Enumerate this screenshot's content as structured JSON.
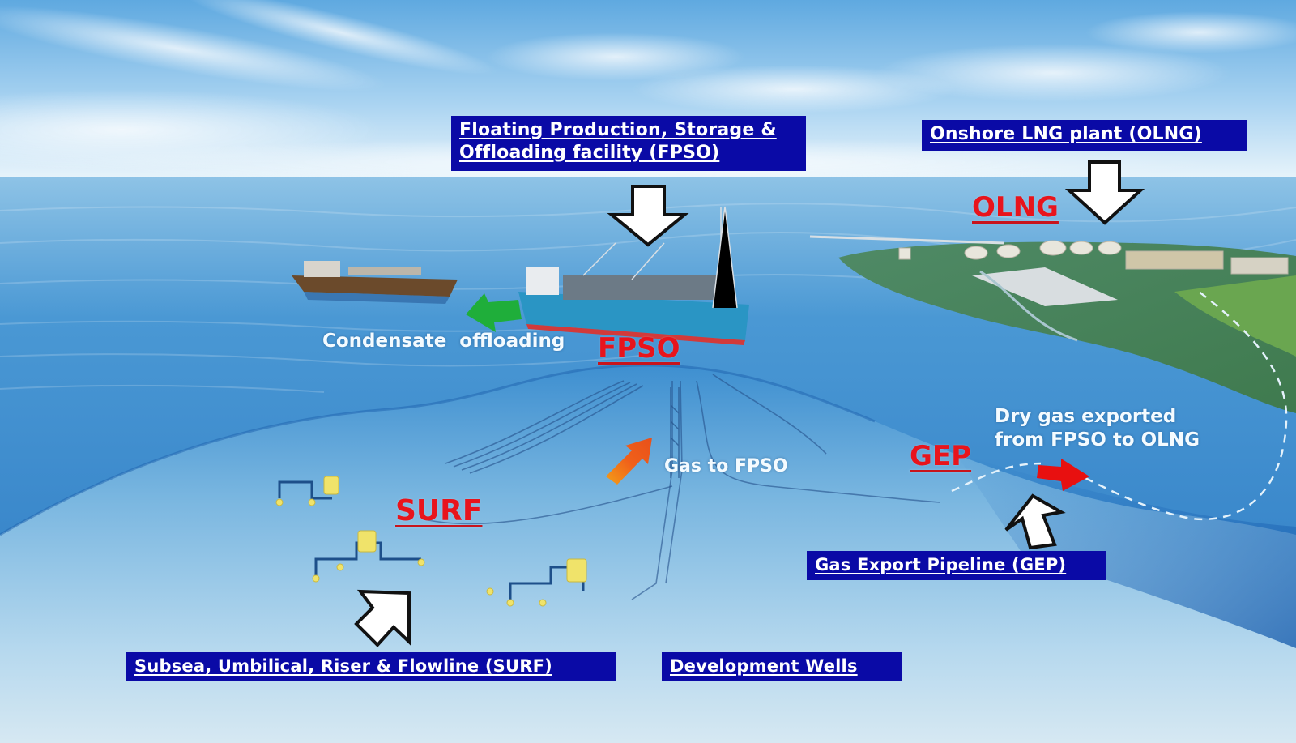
{
  "diagram": {
    "title_boxes": {
      "fpso": "Floating Production, Storage &",
      "fpso_line2": "Offloading facility (FPSO)",
      "olng": "Onshore LNG plant (OLNG)",
      "gep": "Gas Export Pipeline (GEP)",
      "surf": "Subsea, Umbilical, Riser & Flowline (SURF)",
      "wells": "Development Wells"
    },
    "red_tags": {
      "fpso": "FPSO",
      "olng": "OLNG",
      "gep": "GEP",
      "surf": "SURF"
    },
    "notes": {
      "condensate": "Condensate  offloading",
      "gas_to_fpso": "Gas to FPSO",
      "dry_gas_line1": "Dry gas exported",
      "dry_gas_line2": "from FPSO to OLNG"
    },
    "icons": {
      "fpso_pointer": "white-down-arrow",
      "olng_pointer": "white-down-arrow",
      "gep_pointer": "white-up-arrow",
      "surf_pointer": "white-up-right-arrow",
      "condensate_flow": "green-left-arrow",
      "gas_flow": "orange-up-right-arrow",
      "export_flow": "red-right-arrow"
    },
    "colors": {
      "label_box": "#0a0aa6",
      "red_tag": "#e8141c",
      "condensate_arrow": "#1fae3a",
      "gas_arrow": "#f06a1a",
      "export_arrow": "#e81010",
      "sky": "#8ec6ec",
      "sea": "#2f7fc8",
      "seabed": "#a9d2ea"
    }
  }
}
